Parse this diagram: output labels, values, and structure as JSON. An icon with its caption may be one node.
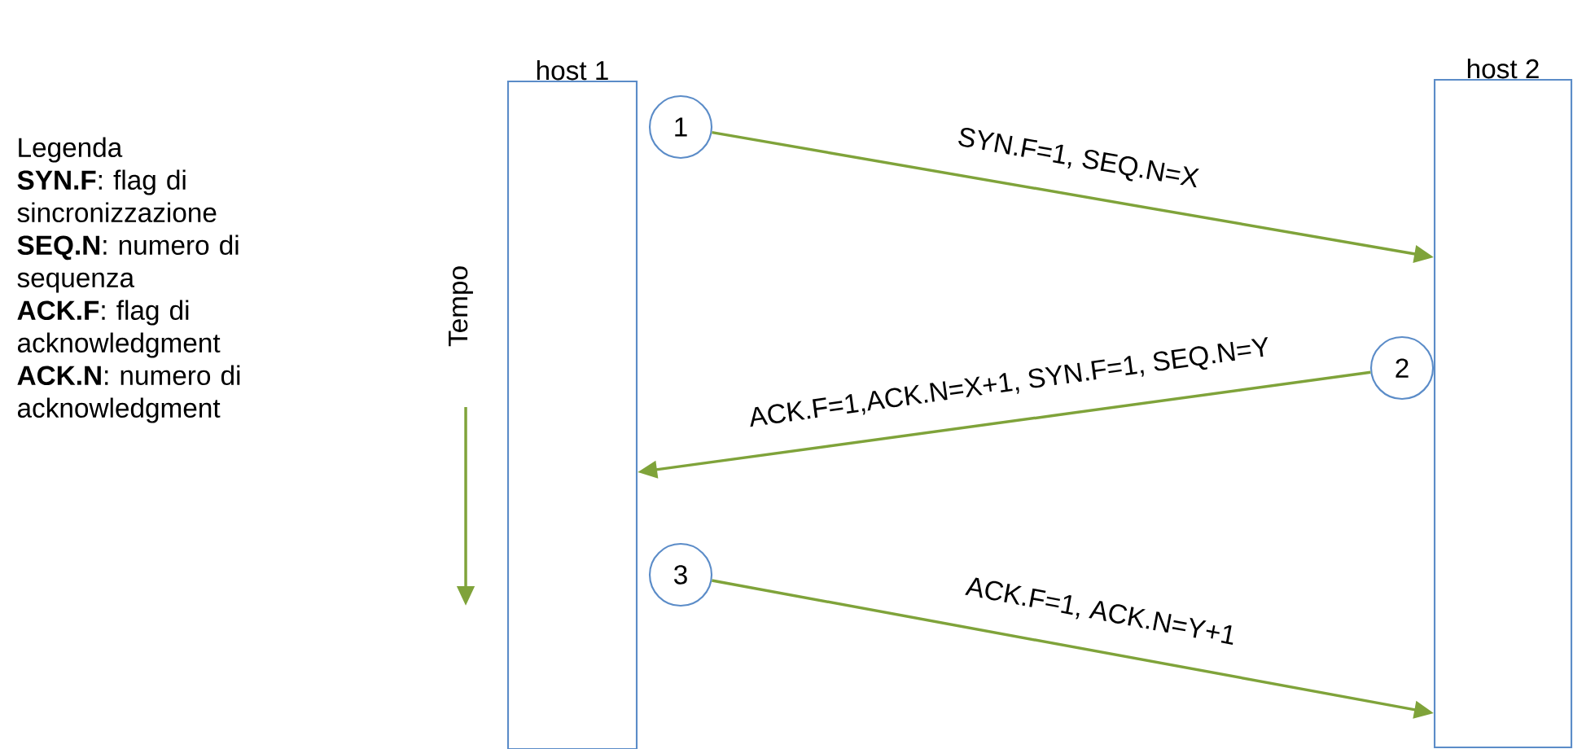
{
  "diagram": {
    "nodes": [
      {
        "text": [
          "host 1"
        ]
      },
      {
        "text": [
          "host 2"
        ]
      },
      {
        "text": [
          "1"
        ]
      },
      {
        "text": [
          "2"
        ]
      },
      {
        "text": [
          "3"
        ]
      }
    ],
    "edges": [
      {
        "from": 2,
        "to": 1,
        "arrow": "to",
        "label": "SYN.F=1, SEQ.N=X"
      },
      {
        "from": 3,
        "to": 0,
        "arrow": "to",
        "label": "ACK.F=1,ACK.N=X+1, SYN.F=1, SEQ.N=Y"
      },
      {
        "from": 4,
        "to": 1,
        "arrow": "to",
        "label": "ACK.F=1, ACK.N=Y+1"
      }
    ],
    "labels": [
      "Legenda",
      "**SYN.F**: flag di sincronizzazione",
      "**SEQ.N**: numero di sequenza",
      "**ACK.F**: flag di acknowledgment",
      "**ACK.N**: numero di acknowledgment",
      "Tempo"
    ]
  }
}
